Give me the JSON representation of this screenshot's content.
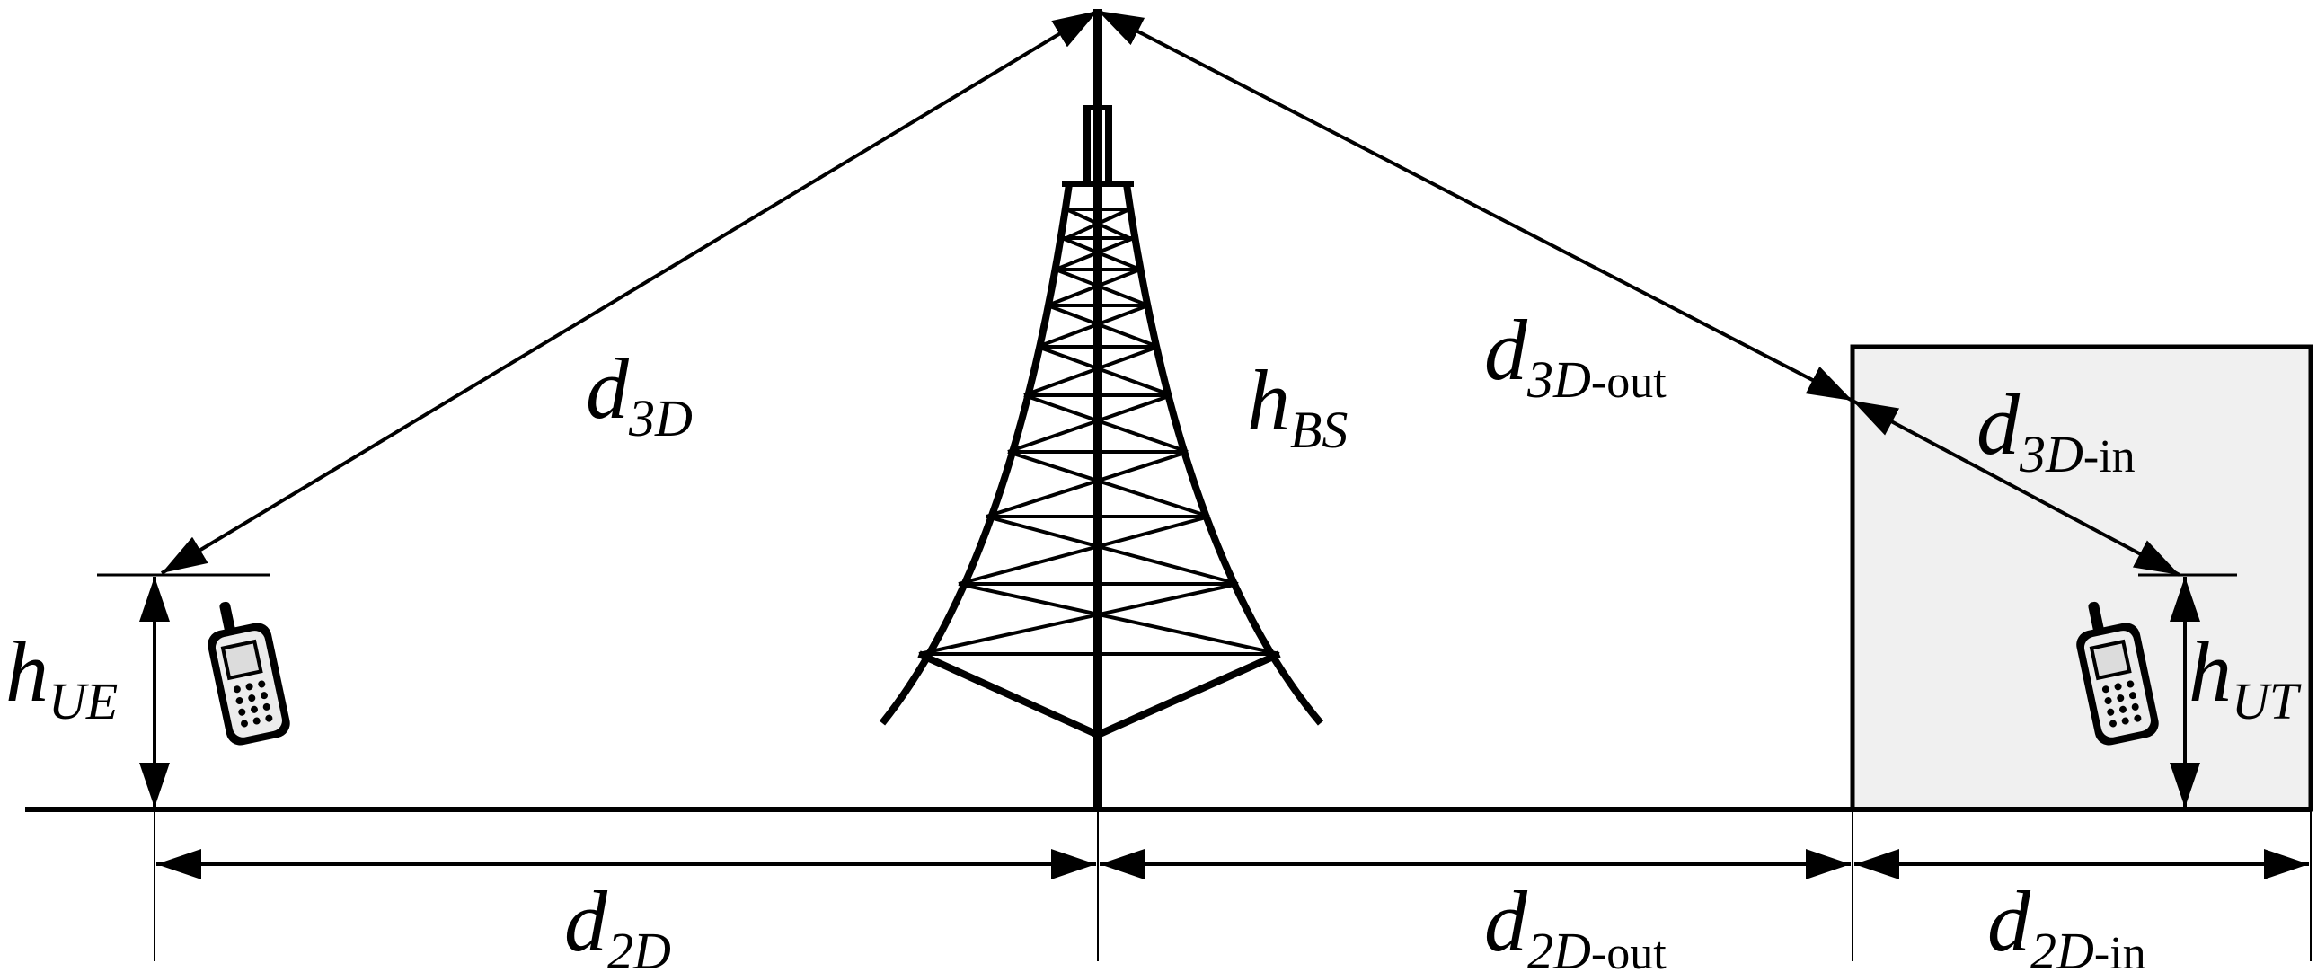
{
  "labels": {
    "d3d": {
      "main": "d",
      "sub": "3D",
      "suffix": ""
    },
    "d3d_out": {
      "main": "d",
      "sub": "3D",
      "suffix": "-out"
    },
    "d3d_in": {
      "main": "d",
      "sub": "3D",
      "suffix": "-in"
    },
    "h_bs": {
      "main": "h",
      "sub": "BS",
      "suffix": ""
    },
    "h_ue": {
      "main": "h",
      "sub": "UE",
      "suffix": ""
    },
    "h_ut": {
      "main": "h",
      "sub": "UT",
      "suffix": ""
    },
    "d2d": {
      "main": "d",
      "sub": "2D",
      "suffix": ""
    },
    "d2d_out": {
      "main": "d",
      "sub": "2D",
      "suffix": "-out"
    },
    "d2d_in": {
      "main": "d",
      "sub": "2D",
      "suffix": "-in"
    }
  },
  "colors": {
    "stroke": "#000000",
    "building_fill": "#f0f0f0",
    "phone_screen": "#dcdcdc",
    "phone_body": "#ececec"
  },
  "icons": [
    "base-station-tower-icon",
    "mobile-phone-icon"
  ]
}
